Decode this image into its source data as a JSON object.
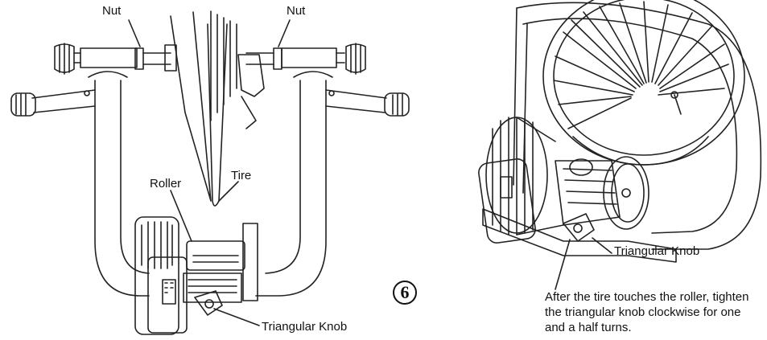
{
  "labels": {
    "nut_left": "Nut",
    "nut_right": "Nut",
    "roller": "Roller",
    "tire": "Tire",
    "knob_left": "Triangular Knob",
    "knob_right": "Triangular Knob"
  },
  "step_number": "6",
  "instruction": "After the tire touches the roller, tighten the triangular knob clockwise for one and a half turns."
}
